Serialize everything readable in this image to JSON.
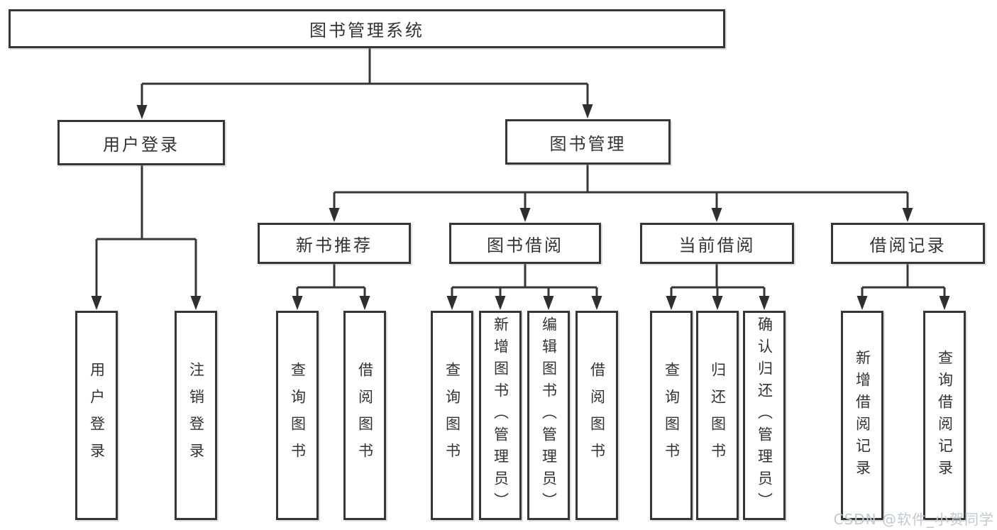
{
  "diagram": {
    "root": {
      "label": "图书管理系统"
    },
    "level2": [
      {
        "label": "用户登录"
      },
      {
        "label": "图书管理"
      }
    ],
    "level3": [
      {
        "label": "新书推荐"
      },
      {
        "label": "图书借阅"
      },
      {
        "label": "当前借阅"
      },
      {
        "label": "借阅记录"
      }
    ],
    "leaves": {
      "user_login": [
        "用户登录",
        "注销登录"
      ],
      "new_book": [
        "查询图书",
        "借阅图书"
      ],
      "book_borrow": [
        "查询图书",
        "新增图书（管理员）",
        "编辑图书（管理员）",
        "借阅图书"
      ],
      "current_borrow": [
        "查询图书",
        "归还图书",
        "确认归还（管理员）"
      ],
      "borrow_record": [
        "新增借阅记录",
        "查询借阅记录"
      ]
    }
  },
  "watermark": {
    "text": "CSDN @软件_小贺同学"
  },
  "colors": {
    "line": "#363636",
    "text": "#333333",
    "watermark": "#c5c8ce",
    "background": "#ffffff"
  }
}
